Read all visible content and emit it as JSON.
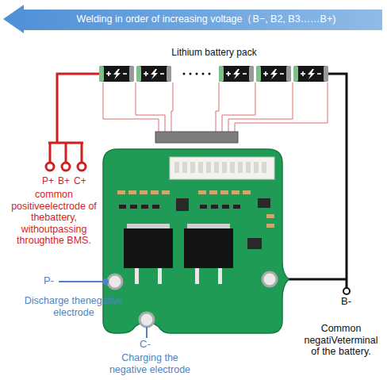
{
  "diagram": {
    "title": "Welding in order of increasing voltage（B−, B2, B3……B+)",
    "nodes": [
      {
        "text": [
          "Lithium battery pack"
        ]
      }
    ],
    "labels": [
      "P+",
      "B+",
      "C+",
      "common positiveelectrode of thebattery, withoutpassing throughthe BMS.",
      "P-",
      "Discharge thenegative electrode",
      "C-",
      "Charging the negative electrode",
      "B-",
      "Common negatiVeterminal of the battery."
    ]
  }
}
